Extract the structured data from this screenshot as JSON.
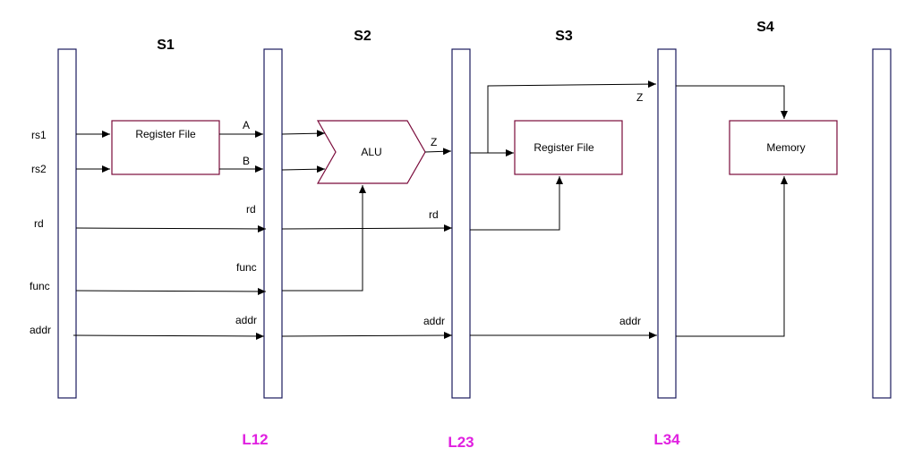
{
  "stages": {
    "s1": "S1",
    "s2": "S2",
    "s3": "S3",
    "s4": "S4"
  },
  "latches": {
    "l12": "L12",
    "l23": "L23",
    "l34": "L34",
    "color": "#e020e0"
  },
  "inputs": {
    "rs1": "rs1",
    "rs2": "rs2",
    "rd": "rd",
    "func": "func",
    "addr": "addr"
  },
  "blocks": {
    "register_file_1": "Register File",
    "alu": "ALU",
    "register_file_2": "Register File",
    "memory": "Memory"
  },
  "signals": {
    "a": "A",
    "b": "B",
    "rd_s1": "rd",
    "func_s1": "func",
    "addr_s1": "addr",
    "z_s2": "Z",
    "rd_s2": "rd",
    "addr_s2": "addr",
    "z_s3": "Z",
    "addr_s3": "addr"
  }
}
